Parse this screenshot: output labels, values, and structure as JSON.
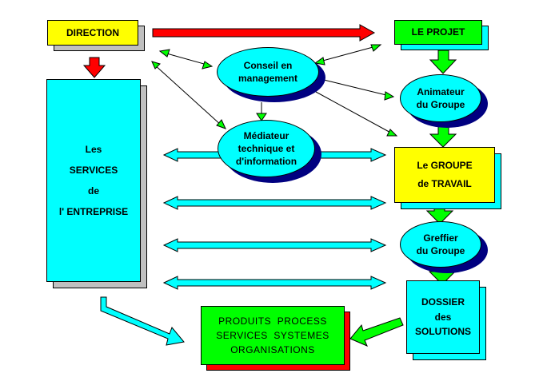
{
  "nodes": {
    "direction": "DIRECTION",
    "projet": "LE PROJET",
    "conseil": [
      "Conseil en",
      "management"
    ],
    "animateur": [
      "Animateur",
      "du Groupe"
    ],
    "mediateur": [
      "Médiateur",
      "technique et",
      "d'information"
    ],
    "services": [
      "Les",
      "SERVICES",
      "de",
      "l' ENTREPRISE"
    ],
    "groupe": [
      "Le GROUPE",
      "de TRAVAIL"
    ],
    "greffier": [
      "Greffier",
      "du Groupe"
    ],
    "dossier": [
      "DOSSIER",
      "des",
      "SOLUTIONS"
    ],
    "produits": [
      "PRODUITS  PROCESS",
      "SERVICES  SYSTEMES",
      "ORGANISATIONS"
    ]
  },
  "colors": {
    "yellow": "#ffff00",
    "green": "#00ff00",
    "cyan": "#00ffff",
    "red": "#ff0000",
    "shadow_gray": "#c0c0c0",
    "ellipse_shadow": "#000080"
  }
}
